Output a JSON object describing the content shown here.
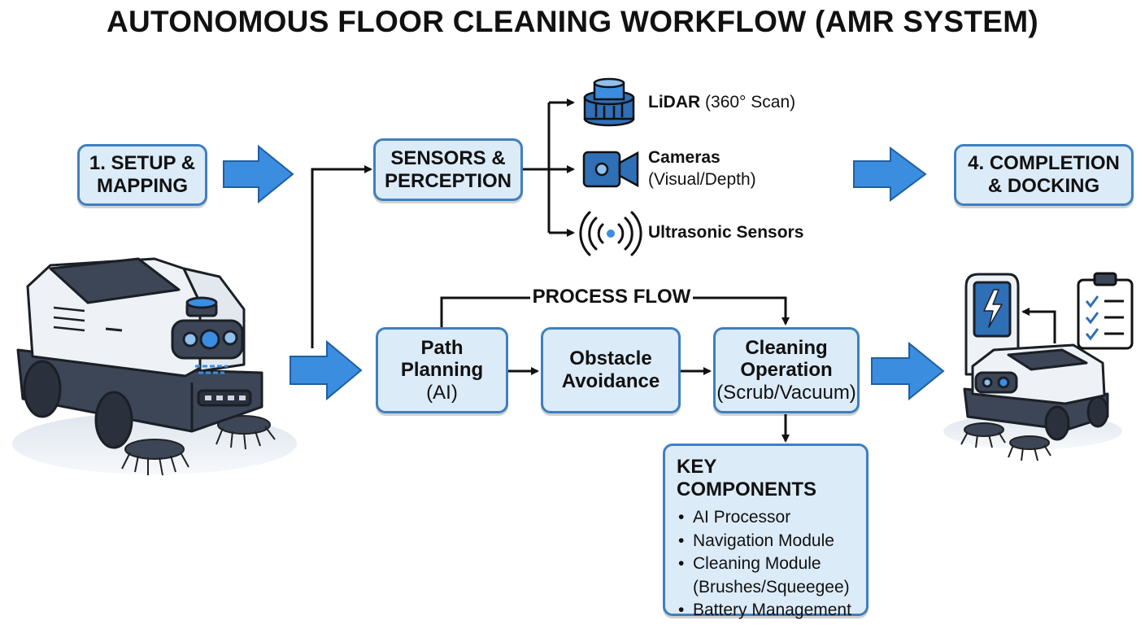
{
  "title": "AUTONOMOUS FLOOR CLEANING WORKFLOW (AMR SYSTEM)",
  "steps": {
    "setup": {
      "line1": "1. SETUP &",
      "line2": "MAPPING"
    },
    "sensors": {
      "line1": "SENSORS &",
      "line2": "PERCEPTION"
    },
    "completion": {
      "line1": "4. COMPLETION",
      "line2": "& DOCKING"
    }
  },
  "sensor_items": [
    {
      "name": "LiDAR",
      "detail": "(360° Scan)",
      "icon": "lidar-icon"
    },
    {
      "name": "Cameras",
      "detail": "(Visual/Depth)",
      "icon": "camera-icon"
    },
    {
      "name": "Ultrasonic Sensors",
      "detail": "",
      "icon": "ultrasonic-icon"
    }
  ],
  "process": {
    "label": "PROCESS FLOW",
    "path_planning": {
      "line1": "Path",
      "line2": "Planning",
      "line3": "(AI)"
    },
    "obstacle_avoidance": {
      "line1": "Obstacle",
      "line2": "Avoidance"
    },
    "cleaning_operation": {
      "line1": "Cleaning",
      "line2": "Operation",
      "line3": "(Scrub/Vacuum)"
    }
  },
  "key_components": {
    "title": "KEY COMPONENTS",
    "items": [
      {
        "line1": "AI Processor",
        "line2": ""
      },
      {
        "line1": "Navigation Module",
        "line2": ""
      },
      {
        "line1": "Cleaning Module",
        "line2": "(Brushes/Squeegee)"
      },
      {
        "line1": "Battery Management",
        "line2": ""
      }
    ]
  },
  "colors": {
    "box_fill": "#dcebf8",
    "box_border": "#3f7fbf",
    "arrow_blue": "#3b8de0",
    "robot_dark": "#3d4656",
    "robot_light": "#eef1f5"
  },
  "icons": [
    "robot-illustration",
    "docking-station-icon",
    "clipboard-checklist-icon",
    "lightning-icon"
  ]
}
